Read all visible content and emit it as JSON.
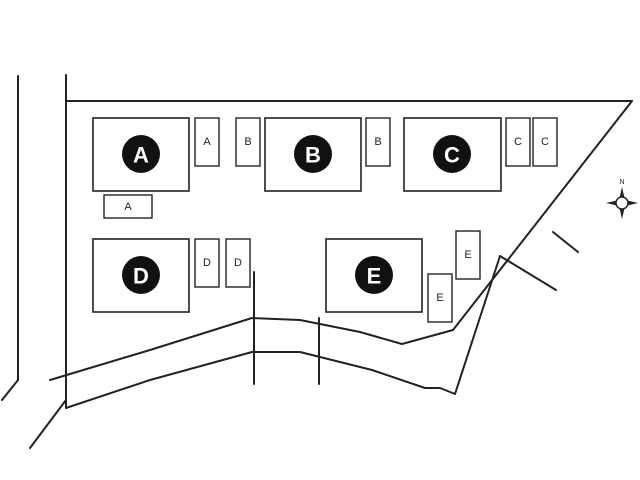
{
  "colors": {
    "ink": "#222222",
    "badge": "#111111",
    "background": "#ffffff"
  },
  "compass": {
    "icon": "compass-rose-icon",
    "north_label": "N"
  },
  "lots": [
    {
      "id": "lot-a",
      "label": "A",
      "spaces": [
        "A",
        "A"
      ]
    },
    {
      "id": "lot-b",
      "label": "B",
      "spaces": [
        "B",
        "B"
      ]
    },
    {
      "id": "lot-c",
      "label": "C",
      "spaces": [
        "C",
        "C"
      ]
    },
    {
      "id": "lot-d",
      "label": "D",
      "spaces": [
        "D",
        "D"
      ]
    },
    {
      "id": "lot-e",
      "label": "E",
      "spaces": [
        "E",
        "E"
      ]
    }
  ]
}
